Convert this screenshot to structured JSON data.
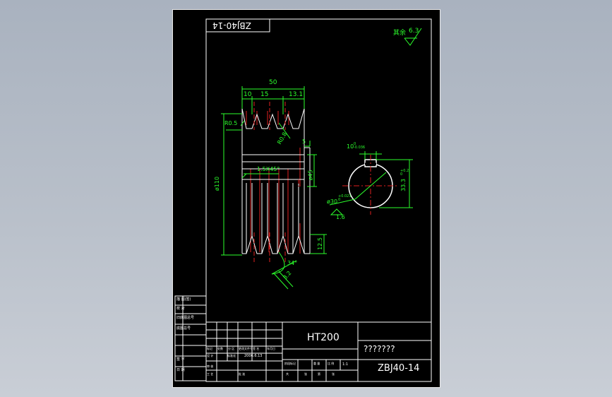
{
  "drawing": {
    "code_tab": "ZBJ40-14",
    "roughness_note": "其余",
    "roughness_value": "6.3"
  },
  "dims": {
    "width_total": "50",
    "d10": "10",
    "d15": "15",
    "d131": "13.1",
    "r05": "R0.5",
    "r08": "R0.8",
    "d5": "5",
    "dia110": "ø110",
    "chamfer": "1.5X45°",
    "dia45": "ø45",
    "d125": "12.5",
    "angle34": "34°",
    "rough32": "3.2",
    "key_width": "10",
    "key_tol": "0\n-0.036",
    "key_depth": "33.3",
    "key_depth_tol": "+0.2\n0",
    "bore": "ø30",
    "bore_tol": "+0.021\n0",
    "rough16": "1.6"
  },
  "title_block": {
    "material": "HT200",
    "name": "???????",
    "code": "ZBJ40-14",
    "left_labels": [
      "描 图(签)",
      "校 对",
      "旧底图总号",
      "底图总号",
      "签 字",
      "日 期"
    ],
    "small_labels": [
      "标记",
      "处数",
      "分 区",
      "更改文件号",
      "签 名",
      "年月日",
      "设 计",
      "标准化",
      "审 核",
      "工 艺",
      "批 准",
      "阶段标记",
      "重 量",
      "比 例",
      "共",
      "张",
      "第",
      "张"
    ],
    "date": "2006.6.13",
    "scale": "1:1"
  }
}
